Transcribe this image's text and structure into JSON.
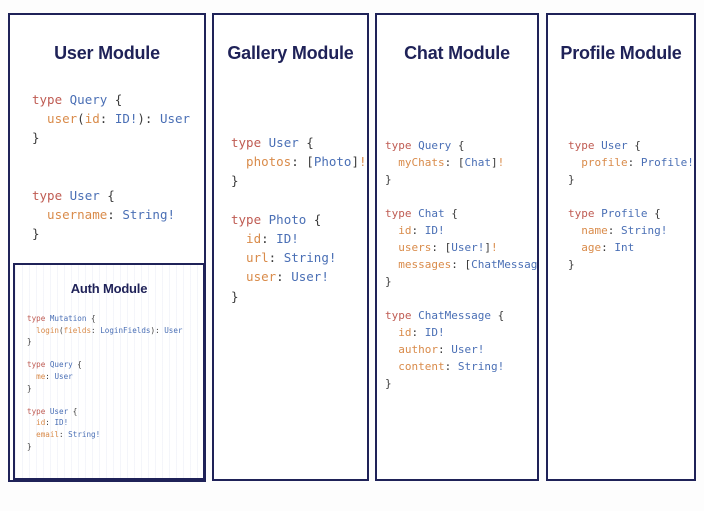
{
  "page": {
    "background_color": "#fdfdfd",
    "border_color": "#1f2258",
    "title_color": "#1f2258"
  },
  "syntax_colors": {
    "keyword": "#bf5b52",
    "type_name": "#4a6fb5",
    "field_name": "#d98b4a",
    "punctuation": "#3b3b3b"
  },
  "modules": [
    {
      "id": "user-module",
      "title": "User Module",
      "code_lines": [
        [
          {
            "t": "type ",
            "c": "kw"
          },
          {
            "t": "Query",
            "c": "ty"
          },
          {
            "t": " {",
            "c": "pn"
          }
        ],
        [
          {
            "t": "  user",
            "c": "fld"
          },
          {
            "t": "(",
            "c": "pn"
          },
          {
            "t": "id",
            "c": "fld"
          },
          {
            "t": ": ",
            "c": "pn"
          },
          {
            "t": "ID!",
            "c": "ty"
          },
          {
            "t": ")",
            "c": "pn"
          },
          {
            "t": ": ",
            "c": "pn"
          },
          {
            "t": "User",
            "c": "ty"
          }
        ],
        [
          {
            "t": "}",
            "c": "pn"
          }
        ],
        [
          {
            "t": "",
            "c": "pn"
          }
        ],
        [
          {
            "t": "",
            "c": "pn"
          }
        ],
        [
          {
            "t": "type ",
            "c": "kw"
          },
          {
            "t": "User",
            "c": "ty"
          },
          {
            "t": " {",
            "c": "pn"
          }
        ],
        [
          {
            "t": "  username",
            "c": "fld"
          },
          {
            "t": ": ",
            "c": "pn"
          },
          {
            "t": "String!",
            "c": "ty"
          }
        ],
        [
          {
            "t": "}",
            "c": "pn"
          }
        ]
      ],
      "submodule": {
        "id": "auth-module",
        "title": "Auth Module",
        "code_lines": [
          [
            {
              "t": "type ",
              "c": "kw"
            },
            {
              "t": "Mutation",
              "c": "ty"
            },
            {
              "t": " {",
              "c": "pn"
            }
          ],
          [
            {
              "t": "  login",
              "c": "fld"
            },
            {
              "t": "(",
              "c": "pn"
            },
            {
              "t": "fields",
              "c": "fld"
            },
            {
              "t": ": ",
              "c": "pn"
            },
            {
              "t": "LoginFields",
              "c": "ty"
            },
            {
              "t": ")",
              "c": "pn"
            },
            {
              "t": ": ",
              "c": "pn"
            },
            {
              "t": "User",
              "c": "ty"
            }
          ],
          [
            {
              "t": "}",
              "c": "pn"
            }
          ],
          [
            {
              "t": "",
              "c": "pn"
            }
          ],
          [
            {
              "t": "type ",
              "c": "kw"
            },
            {
              "t": "Query",
              "c": "ty"
            },
            {
              "t": " {",
              "c": "pn"
            }
          ],
          [
            {
              "t": "  me",
              "c": "fld"
            },
            {
              "t": ": ",
              "c": "pn"
            },
            {
              "t": "User",
              "c": "ty"
            }
          ],
          [
            {
              "t": "}",
              "c": "pn"
            }
          ],
          [
            {
              "t": "",
              "c": "pn"
            }
          ],
          [
            {
              "t": "type ",
              "c": "kw"
            },
            {
              "t": "User",
              "c": "ty"
            },
            {
              "t": " {",
              "c": "pn"
            }
          ],
          [
            {
              "t": "  id",
              "c": "fld"
            },
            {
              "t": ": ",
              "c": "pn"
            },
            {
              "t": "ID!",
              "c": "ty"
            }
          ],
          [
            {
              "t": "  email",
              "c": "fld"
            },
            {
              "t": ": ",
              "c": "pn"
            },
            {
              "t": "String!",
              "c": "ty"
            }
          ],
          [
            {
              "t": "}",
              "c": "pn"
            }
          ]
        ]
      }
    },
    {
      "id": "gallery-module",
      "title": "Gallery Module",
      "code_lines": [
        [
          {
            "t": "type ",
            "c": "kw"
          },
          {
            "t": "User",
            "c": "ty"
          },
          {
            "t": " {",
            "c": "pn"
          }
        ],
        [
          {
            "t": "  photos",
            "c": "fld"
          },
          {
            "t": ": ",
            "c": "pn"
          },
          {
            "t": "[",
            "c": "pn"
          },
          {
            "t": "Photo",
            "c": "ty"
          },
          {
            "t": "]",
            "c": "pn"
          },
          {
            "t": "!",
            "c": "fld"
          }
        ],
        [
          {
            "t": "}",
            "c": "pn"
          }
        ],
        [
          {
            "t": "",
            "c": "pn"
          }
        ],
        [
          {
            "t": "type ",
            "c": "kw"
          },
          {
            "t": "Photo",
            "c": "ty"
          },
          {
            "t": " {",
            "c": "pn"
          }
        ],
        [
          {
            "t": "  id",
            "c": "fld"
          },
          {
            "t": ": ",
            "c": "pn"
          },
          {
            "t": "ID!",
            "c": "ty"
          }
        ],
        [
          {
            "t": "  url",
            "c": "fld"
          },
          {
            "t": ": ",
            "c": "pn"
          },
          {
            "t": "String!",
            "c": "ty"
          }
        ],
        [
          {
            "t": "  user",
            "c": "fld"
          },
          {
            "t": ": ",
            "c": "pn"
          },
          {
            "t": "User!",
            "c": "ty"
          }
        ],
        [
          {
            "t": "}",
            "c": "pn"
          }
        ]
      ]
    },
    {
      "id": "chat-module",
      "title": "Chat Module",
      "code_lines": [
        [
          {
            "t": "type ",
            "c": "kw"
          },
          {
            "t": "Query",
            "c": "ty"
          },
          {
            "t": " {",
            "c": "pn"
          }
        ],
        [
          {
            "t": "  myChats",
            "c": "fld"
          },
          {
            "t": ": ",
            "c": "pn"
          },
          {
            "t": "[",
            "c": "pn"
          },
          {
            "t": "Chat",
            "c": "ty"
          },
          {
            "t": "]",
            "c": "pn"
          },
          {
            "t": "!",
            "c": "fld"
          }
        ],
        [
          {
            "t": "}",
            "c": "pn"
          }
        ],
        [
          {
            "t": "",
            "c": "pn"
          }
        ],
        [
          {
            "t": "type ",
            "c": "kw"
          },
          {
            "t": "Chat",
            "c": "ty"
          },
          {
            "t": " {",
            "c": "pn"
          }
        ],
        [
          {
            "t": "  id",
            "c": "fld"
          },
          {
            "t": ": ",
            "c": "pn"
          },
          {
            "t": "ID!",
            "c": "ty"
          }
        ],
        [
          {
            "t": "  users",
            "c": "fld"
          },
          {
            "t": ": ",
            "c": "pn"
          },
          {
            "t": "[",
            "c": "pn"
          },
          {
            "t": "User!",
            "c": "ty"
          },
          {
            "t": "]",
            "c": "pn"
          },
          {
            "t": "!",
            "c": "fld"
          }
        ],
        [
          {
            "t": "  messages",
            "c": "fld"
          },
          {
            "t": ": ",
            "c": "pn"
          },
          {
            "t": "[",
            "c": "pn"
          },
          {
            "t": "ChatMessage",
            "c": "ty"
          },
          {
            "t": "]",
            "c": "pn"
          },
          {
            "t": "!",
            "c": "fld"
          }
        ],
        [
          {
            "t": "}",
            "c": "pn"
          }
        ],
        [
          {
            "t": "",
            "c": "pn"
          }
        ],
        [
          {
            "t": "type ",
            "c": "kw"
          },
          {
            "t": "ChatMessage",
            "c": "ty"
          },
          {
            "t": " {",
            "c": "pn"
          }
        ],
        [
          {
            "t": "  id",
            "c": "fld"
          },
          {
            "t": ": ",
            "c": "pn"
          },
          {
            "t": "ID!",
            "c": "ty"
          }
        ],
        [
          {
            "t": "  author",
            "c": "fld"
          },
          {
            "t": ": ",
            "c": "pn"
          },
          {
            "t": "User!",
            "c": "ty"
          }
        ],
        [
          {
            "t": "  content",
            "c": "fld"
          },
          {
            "t": ": ",
            "c": "pn"
          },
          {
            "t": "String!",
            "c": "ty"
          }
        ],
        [
          {
            "t": "}",
            "c": "pn"
          }
        ]
      ]
    },
    {
      "id": "profile-module",
      "title": "Profile Module",
      "code_lines": [
        [
          {
            "t": "type ",
            "c": "kw"
          },
          {
            "t": "User",
            "c": "ty"
          },
          {
            "t": " {",
            "c": "pn"
          }
        ],
        [
          {
            "t": "  profile",
            "c": "fld"
          },
          {
            "t": ": ",
            "c": "pn"
          },
          {
            "t": "Profile!",
            "c": "ty"
          }
        ],
        [
          {
            "t": "}",
            "c": "pn"
          }
        ],
        [
          {
            "t": "",
            "c": "pn"
          }
        ],
        [
          {
            "t": "type ",
            "c": "kw"
          },
          {
            "t": "Profile",
            "c": "ty"
          },
          {
            "t": " {",
            "c": "pn"
          }
        ],
        [
          {
            "t": "  name",
            "c": "fld"
          },
          {
            "t": ": ",
            "c": "pn"
          },
          {
            "t": "String!",
            "c": "ty"
          }
        ],
        [
          {
            "t": "  age",
            "c": "fld"
          },
          {
            "t": ": ",
            "c": "pn"
          },
          {
            "t": "Int",
            "c": "ty"
          }
        ],
        [
          {
            "t": "}",
            "c": "pn"
          }
        ]
      ]
    }
  ]
}
